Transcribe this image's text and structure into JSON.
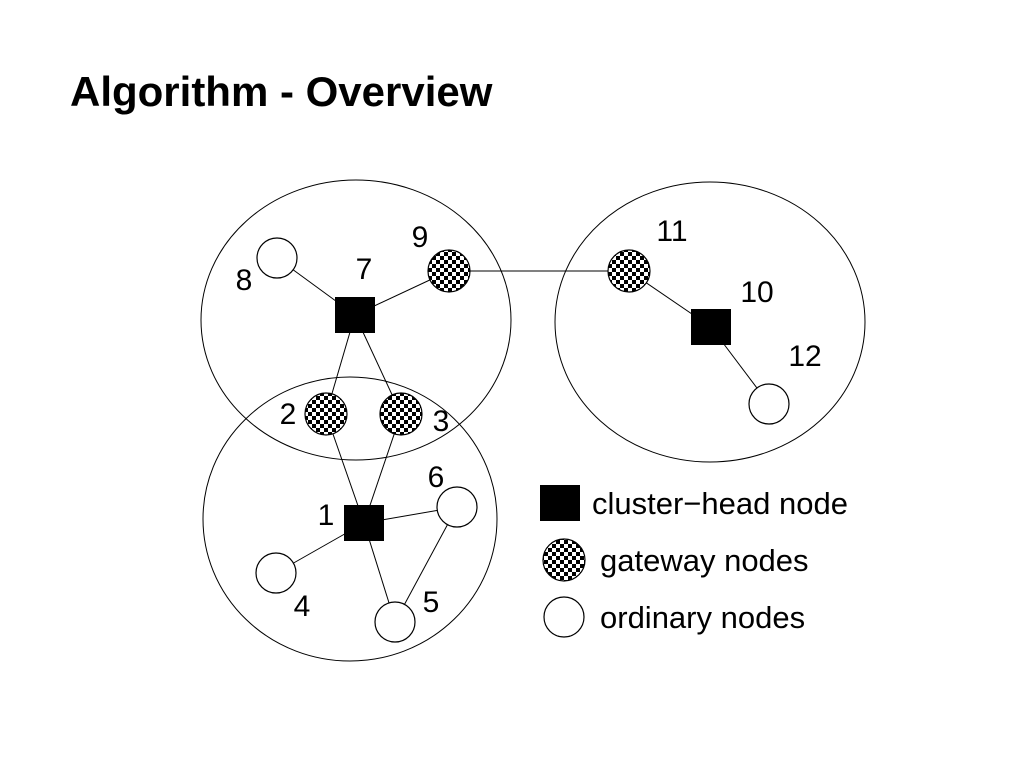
{
  "slide": {
    "title": "Algorithm - Overview"
  },
  "colors": {
    "ink": "#000000",
    "background": "#ffffff"
  },
  "diagram": {
    "clusters": [
      {
        "id": "cluster-7",
        "head": "7"
      },
      {
        "id": "cluster-1",
        "head": "1"
      },
      {
        "id": "cluster-10",
        "head": "10"
      }
    ],
    "nodes": [
      {
        "id": "1",
        "label": "1",
        "type": "cluster-head"
      },
      {
        "id": "2",
        "label": "2",
        "type": "gateway"
      },
      {
        "id": "3",
        "label": "3",
        "type": "gateway"
      },
      {
        "id": "4",
        "label": "4",
        "type": "ordinary"
      },
      {
        "id": "5",
        "label": "5",
        "type": "ordinary"
      },
      {
        "id": "6",
        "label": "6",
        "type": "ordinary"
      },
      {
        "id": "7",
        "label": "7",
        "type": "cluster-head"
      },
      {
        "id": "8",
        "label": "8",
        "type": "ordinary"
      },
      {
        "id": "9",
        "label": "9",
        "type": "gateway"
      },
      {
        "id": "10",
        "label": "10",
        "type": "cluster-head"
      },
      {
        "id": "11",
        "label": "11",
        "type": "gateway"
      },
      {
        "id": "12",
        "label": "12",
        "type": "ordinary"
      }
    ],
    "edges": [
      [
        "7",
        "8"
      ],
      [
        "7",
        "9"
      ],
      [
        "7",
        "2"
      ],
      [
        "7",
        "3"
      ],
      [
        "9",
        "11"
      ],
      [
        "11",
        "10"
      ],
      [
        "10",
        "12"
      ],
      [
        "1",
        "2"
      ],
      [
        "1",
        "3"
      ],
      [
        "1",
        "4"
      ],
      [
        "1",
        "5"
      ],
      [
        "1",
        "6"
      ],
      [
        "5",
        "6"
      ]
    ],
    "legend": [
      {
        "type": "cluster-head",
        "label": "cluster−head node"
      },
      {
        "type": "gateway",
        "label": "gateway nodes"
      },
      {
        "type": "ordinary",
        "label": "ordinary nodes"
      }
    ]
  }
}
